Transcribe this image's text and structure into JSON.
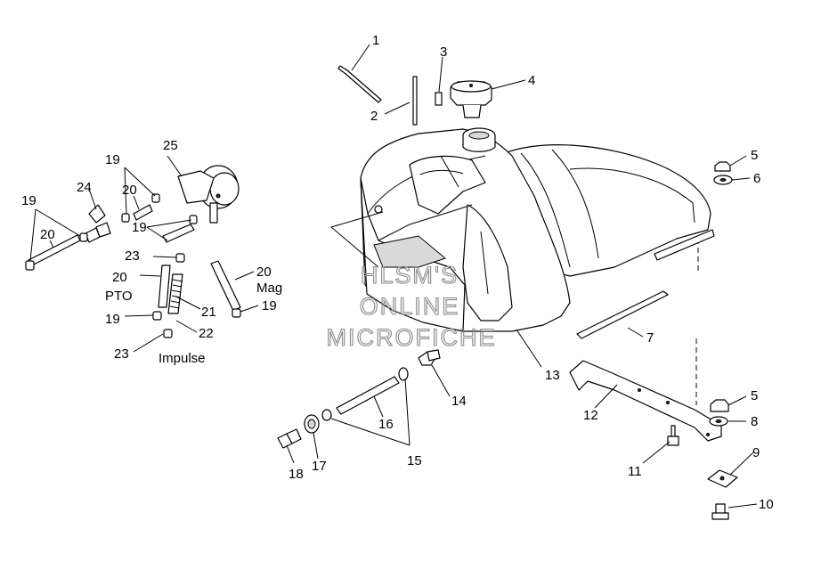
{
  "callouts": [
    {
      "id": "c1",
      "label": "1"
    },
    {
      "id": "c2",
      "label": "2"
    },
    {
      "id": "c3",
      "label": "3"
    },
    {
      "id": "c4",
      "label": "4"
    },
    {
      "id": "c5a",
      "label": "5"
    },
    {
      "id": "c6",
      "label": "6"
    },
    {
      "id": "c7",
      "label": "7"
    },
    {
      "id": "c5b",
      "label": "5"
    },
    {
      "id": "c8",
      "label": "8"
    },
    {
      "id": "c9",
      "label": "9"
    },
    {
      "id": "c10",
      "label": "10"
    },
    {
      "id": "c11",
      "label": "11"
    },
    {
      "id": "c12",
      "label": "12"
    },
    {
      "id": "c13",
      "label": "13"
    },
    {
      "id": "c14",
      "label": "14"
    },
    {
      "id": "c15",
      "label": "15"
    },
    {
      "id": "c16",
      "label": "16"
    },
    {
      "id": "c17",
      "label": "17"
    },
    {
      "id": "c18",
      "label": "18"
    },
    {
      "id": "c19a",
      "label": "19"
    },
    {
      "id": "c19b",
      "label": "19"
    },
    {
      "id": "c19c",
      "label": "19"
    },
    {
      "id": "c19d",
      "label": "19"
    },
    {
      "id": "c19e",
      "label": "19"
    },
    {
      "id": "c20a",
      "label": "20"
    },
    {
      "id": "c20b",
      "label": "20"
    },
    {
      "id": "c20c",
      "label": "20"
    },
    {
      "id": "c20d",
      "label": "20"
    },
    {
      "id": "c21",
      "label": "21"
    },
    {
      "id": "c22",
      "label": "22"
    },
    {
      "id": "c23a",
      "label": "23"
    },
    {
      "id": "c23b",
      "label": "23"
    },
    {
      "id": "c24",
      "label": "24"
    },
    {
      "id": "c25",
      "label": "25"
    }
  ],
  "variant_labels": {
    "pto": "PTO",
    "mag": "Mag",
    "impulse": "Impulse"
  },
  "watermark": {
    "line1": "HLSM'S",
    "line2": "ONLINE",
    "line3": "MICROFICHE"
  }
}
